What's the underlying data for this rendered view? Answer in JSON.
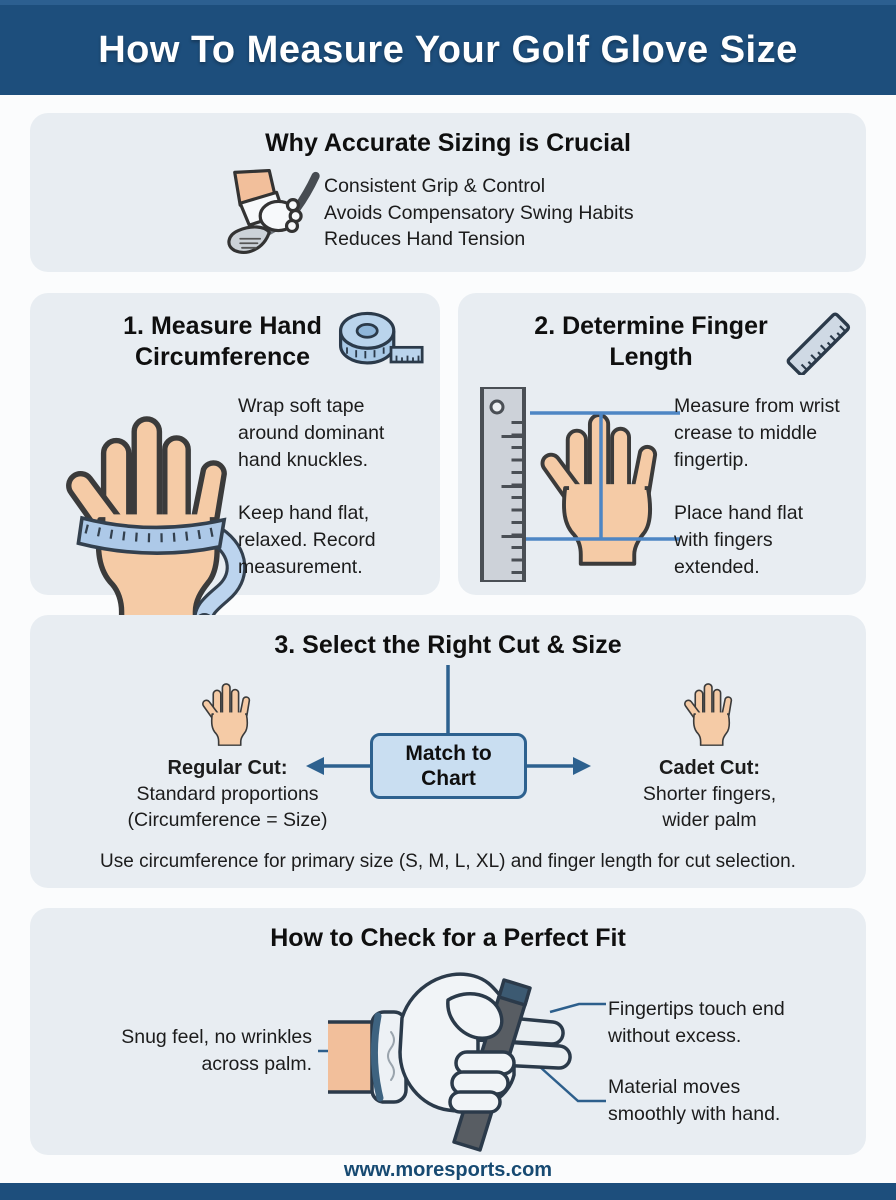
{
  "header": {
    "title": "How To Measure Your Golf Glove Size"
  },
  "why": {
    "title": "Why Accurate Sizing is Crucial",
    "icon": "golf-grip-icon",
    "points": [
      "Consistent Grip & Control",
      "Avoids Compensatory Swing Habits",
      "Reduces Hand Tension"
    ]
  },
  "step1": {
    "title": "1. Measure Hand Circumference",
    "icon": "tape-measure-icon",
    "para1": "Wrap soft tape around dominant hand knuckles.",
    "para2": "Keep hand flat, relaxed. Record measurement."
  },
  "step2": {
    "title": "2. Determine Finger Length",
    "icon": "ruler-icon",
    "para1": "Measure from wrist crease to middle fingertip.",
    "para2": "Place hand flat with fingers extended."
  },
  "step3": {
    "title": "3. Select the Right Cut & Size",
    "match_box": "Match to Chart",
    "regular": {
      "heading": "Regular Cut:",
      "line1": "Standard proportions",
      "line2": "(Circumference = Size)"
    },
    "cadet": {
      "heading": "Cadet Cut:",
      "line1": "Shorter fingers,",
      "line2": "wider palm"
    },
    "note": "Use circumference for primary size (S, M, L, XL) and finger length for cut selection."
  },
  "fit": {
    "title": "How to Check for a Perfect Fit",
    "label_left": "Snug feel, no wrinkles across palm.",
    "label_right_top": "Fingertips touch end without excess.",
    "label_right_bottom": "Material moves smoothly with hand."
  },
  "footer": {
    "url": "www.moresports.com"
  },
  "colors": {
    "header_bg": "#1d4e7c",
    "panel_bg": "#e8edf2",
    "accent_blue": "#2d618f",
    "match_box_fill": "#c9def1",
    "measure_line_blue": "#4e86c4",
    "tape_blue": "#adc9e8",
    "skin": "#f5cba6",
    "footer_text": "#174a72"
  }
}
